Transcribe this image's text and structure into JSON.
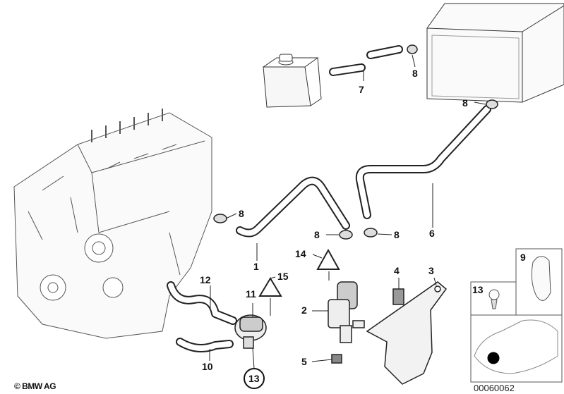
{
  "diagram": {
    "copyright": "© BMW AG",
    "drawing_number": "00060062",
    "callouts": [
      {
        "id": "7",
        "part": "hose-short"
      },
      {
        "id": "8",
        "part": "clamp-top"
      },
      {
        "id": "8",
        "part": "clamp-right"
      },
      {
        "id": "8",
        "part": "clamp-left"
      },
      {
        "id": "8",
        "part": "clamp-mid-left"
      },
      {
        "id": "8",
        "part": "clamp-mid-right"
      },
      {
        "id": "6",
        "part": "hose-long"
      },
      {
        "id": "1",
        "part": "hose-engine"
      },
      {
        "id": "14",
        "part": "warning-label"
      },
      {
        "id": "15",
        "part": "warning-label"
      },
      {
        "id": "11",
        "part": "water-pump"
      },
      {
        "id": "12",
        "part": "hose-lower"
      },
      {
        "id": "2",
        "part": "valve"
      },
      {
        "id": "4",
        "part": "grommet"
      },
      {
        "id": "3",
        "part": "bracket"
      },
      {
        "id": "5",
        "part": "nut"
      },
      {
        "id": "10",
        "part": "hose-short-lower"
      },
      {
        "id": "13",
        "part": "screw-circled"
      },
      {
        "id": "13",
        "part": "screw-inset"
      },
      {
        "id": "9",
        "part": "holder-inset"
      }
    ]
  }
}
